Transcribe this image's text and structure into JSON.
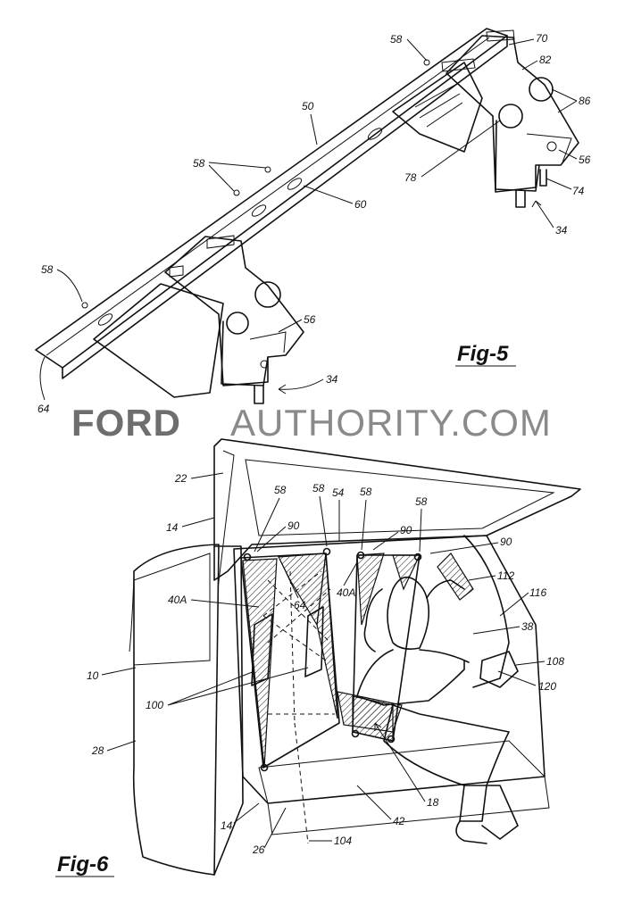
{
  "watermark": {
    "bold": "FORD",
    "rest": "AUTHORITY.COM",
    "bold_color": "#6e6e6e",
    "rest_color": "#8a8a8a"
  },
  "fig5": {
    "title": "Fig-5",
    "labels": {
      "l58a": "58",
      "l70": "70",
      "l82": "82",
      "l86": "86",
      "l50": "50",
      "l58b": "58",
      "l60": "60",
      "l78": "78",
      "l56a": "56",
      "l74": "74",
      "l34a": "34",
      "l58c": "58",
      "l56b": "56",
      "l64": "64",
      "l34b": "34"
    }
  },
  "fig6": {
    "title": "Fig-6",
    "labels": {
      "l22": "22",
      "l58a": "58",
      "l58b": "58",
      "l54": "54",
      "l58c": "58",
      "l58d": "58",
      "l14a": "14",
      "l90a": "90",
      "l90b": "90",
      "l90c": "90",
      "l40Aa": "40A",
      "l64": "64",
      "l40Ab": "40A",
      "l112": "112",
      "l116": "116",
      "l38": "38",
      "l10": "10",
      "l108": "108",
      "l120": "120",
      "l100": "100",
      "l28": "28",
      "l18": "18",
      "l42": "42",
      "l14b": "14",
      "l26": "26",
      "l104": "104"
    }
  }
}
